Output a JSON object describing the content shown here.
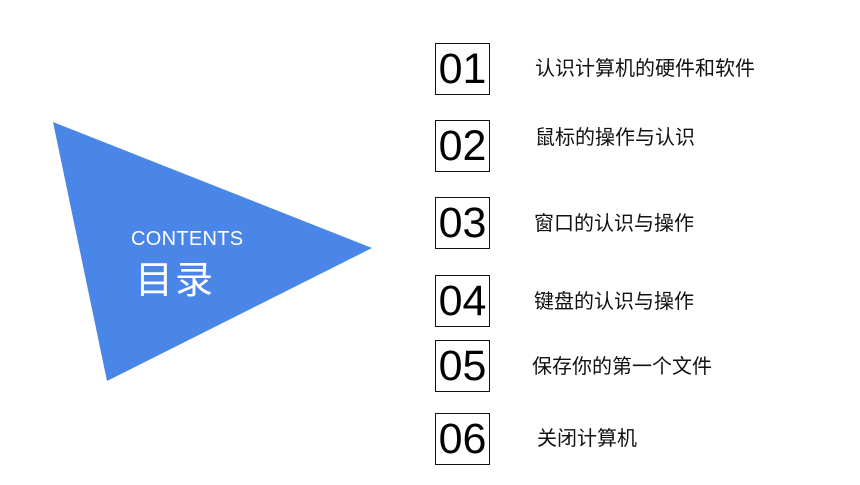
{
  "cover": {
    "title_en": "CONTENTS",
    "title_cn": "目录",
    "accent_color": "#4a86e8"
  },
  "items": [
    {
      "number": "01",
      "label": "认识计算机的硬件和软件"
    },
    {
      "number": "02",
      "label": "鼠标的操作与认识"
    },
    {
      "number": "03",
      "label": "窗口的认识与操作"
    },
    {
      "number": "04",
      "label": "键盘的认识与操作"
    },
    {
      "number": "05",
      "label": "保存你的第一个文件"
    },
    {
      "number": "06",
      "label": "关闭计算机"
    }
  ]
}
